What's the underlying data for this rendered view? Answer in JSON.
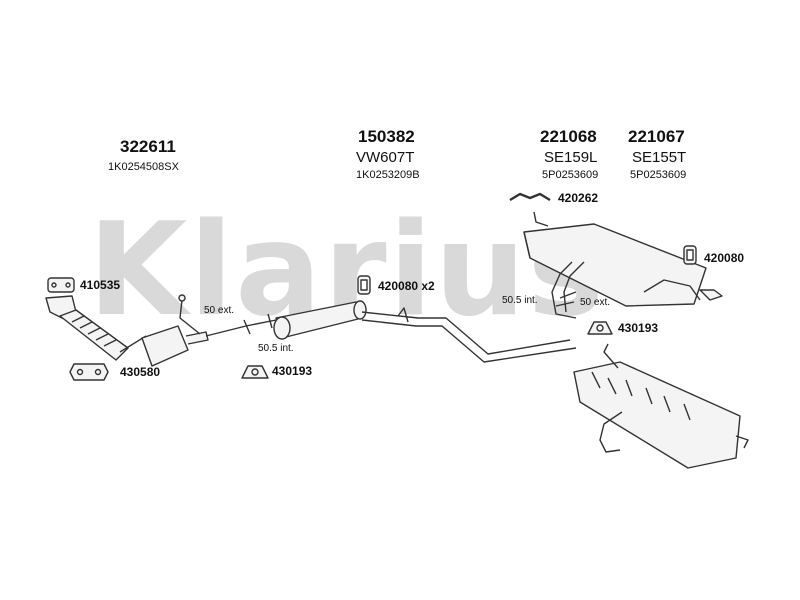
{
  "watermark": "Klarius",
  "parts": {
    "downpipe": {
      "number": "322611",
      "oem": "1K0254508SX"
    },
    "centre_box": {
      "number": "150382",
      "ref": "VW607T",
      "oem": "1K0253209B"
    },
    "rear_box_1": {
      "number": "221068",
      "ref": "SE159L",
      "oem": "5P0253609"
    },
    "rear_box_2": {
      "number": "221067",
      "ref": "SE155T",
      "oem": "5P0253609"
    }
  },
  "callouts": {
    "hanger_top": "420262",
    "rubber_rear": "420080",
    "rubber_centre": "420080 x2",
    "gasket_front": "410535",
    "mount_rear": "430193",
    "mount_centre": "430193",
    "gasket_flange": "430580"
  },
  "annotations": {
    "ext_front": "50 ext.",
    "int_front": "50.5 int.",
    "int_rear": "50.5 int.",
    "ext_rear": "50 ext."
  },
  "colors": {
    "line": "#333333",
    "fill": "#f4f4f4",
    "watermark": "#d9d9d9"
  }
}
